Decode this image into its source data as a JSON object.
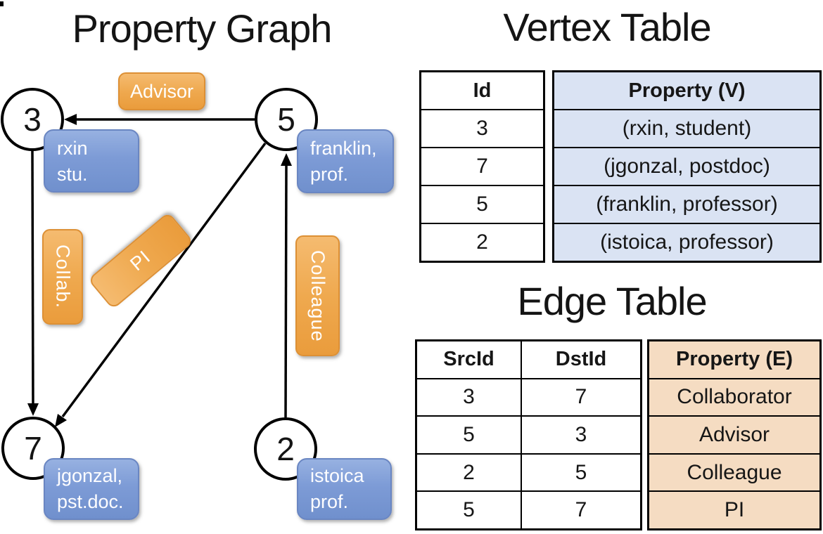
{
  "graph": {
    "title": "Property Graph",
    "vertices": [
      {
        "id": "3"
      },
      {
        "id": "5"
      },
      {
        "id": "7"
      },
      {
        "id": "2"
      }
    ],
    "vertex_labels": [
      {
        "line1": "rxin",
        "line2": "stu."
      },
      {
        "line1": "franklin,",
        "line2": "prof."
      },
      {
        "line1": "jgonzal,",
        "line2": "pst.doc."
      },
      {
        "line1": "istoica",
        "line2": "prof."
      }
    ],
    "edge_labels": [
      {
        "text": "Advisor"
      },
      {
        "text": "Collab."
      },
      {
        "text": "PI"
      },
      {
        "text": "Colleague"
      }
    ]
  },
  "vertex_table": {
    "title": "Vertex Table",
    "id_header": "Id",
    "property_header": "Property (V)",
    "rows": [
      [
        "3",
        "(rxin, student)"
      ],
      [
        "7",
        "(jgonzal, postdoc)"
      ],
      [
        "5",
        "(franklin, professor)"
      ],
      [
        "2",
        "(istoica, professor)"
      ]
    ]
  },
  "edge_table": {
    "title": "Edge Table",
    "src_header": "SrcId",
    "dst_header": "DstId",
    "property_header": "Property (E)",
    "rows": [
      [
        "3",
        "7",
        "Collaborator"
      ],
      [
        "5",
        "3",
        "Advisor"
      ],
      [
        "2",
        "5",
        "Colleague"
      ],
      [
        "5",
        "7",
        "PI"
      ]
    ]
  },
  "colors": {
    "edge_label_fill": "#efa94f",
    "vertex_label_fill": "#7e9cd6",
    "vertex_property_bg": "#dae3f3",
    "edge_property_bg": "#f5dcc2",
    "line": "#000000"
  }
}
